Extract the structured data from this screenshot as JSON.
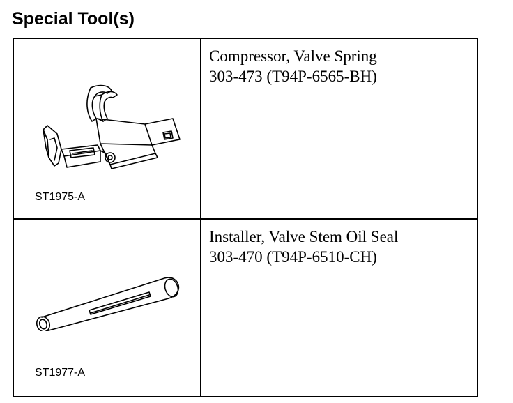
{
  "header": {
    "title": "Special Tool(s)"
  },
  "tools": [
    {
      "image_code": "ST1975-A",
      "name": "Compressor, Valve Spring",
      "number": "303-473 (T94P-6565-BH)",
      "illustration": "valve-spring-compressor-icon"
    },
    {
      "image_code": "ST1977-A",
      "name": "Installer, Valve Stem Oil Seal",
      "number": "303-470 (T94P-6510-CH)",
      "illustration": "valve-stem-seal-installer-icon"
    }
  ]
}
